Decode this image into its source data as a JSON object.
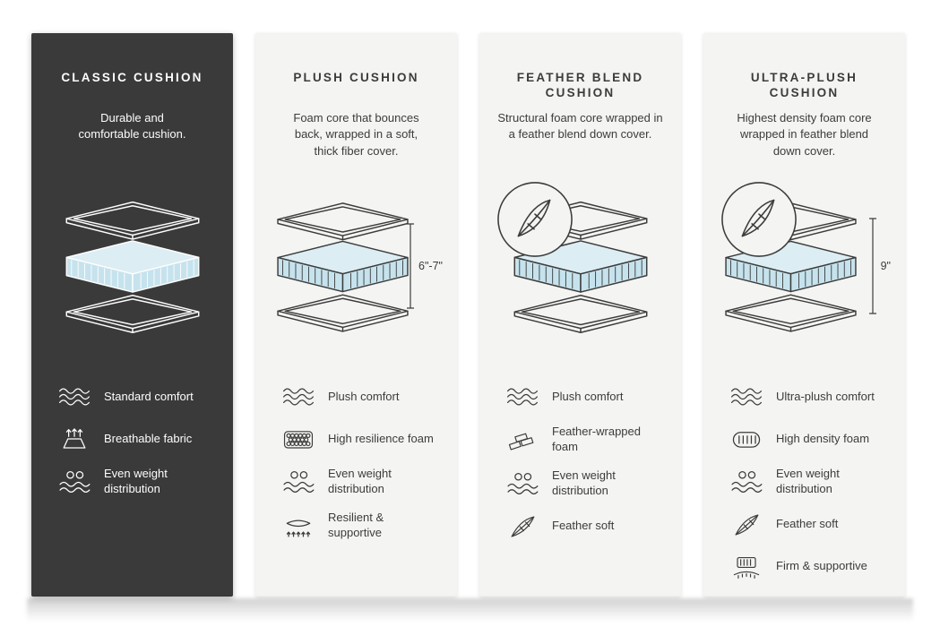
{
  "colors": {
    "panel_dark": "#3a3a3a",
    "panel_light": "#f4f4f2",
    "foam_top": "#dcedf3",
    "foam_side": "#c6e3ed",
    "text_dark": "#3c3c3c",
    "text_light": "#fdfdfd"
  },
  "panels": [
    {
      "id": "classic-cushion",
      "theme": "dark",
      "title": "CLASSIC CUSHION",
      "description": "Durable and\ncomfortable cushion.",
      "illustration": {
        "badge": null,
        "dimension": null
      },
      "features": [
        {
          "icon": "waves-icon",
          "label": "Standard comfort"
        },
        {
          "icon": "breathable-fabric-icon",
          "label": "Breathable fabric"
        },
        {
          "icon": "even-weight-icon",
          "label": "Even weight distribution"
        }
      ]
    },
    {
      "id": "plush-cushion",
      "theme": "light",
      "title": "PLUSH CUSHION",
      "description": "Foam core that bounces\nback, wrapped in a soft,\nthick fiber cover.",
      "illustration": {
        "badge": null,
        "dimension": "6\"-7\""
      },
      "features": [
        {
          "icon": "waves-icon",
          "label": "Plush comfort"
        },
        {
          "icon": "foam-bubbles-icon",
          "label": "High resilience foam"
        },
        {
          "icon": "even-weight-icon",
          "label": "Even weight distribution"
        },
        {
          "icon": "resilient-icon",
          "label": "Resilient & supportive"
        }
      ]
    },
    {
      "id": "feather-blend-cushion",
      "theme": "light",
      "title": "FEATHER BLEND\nCUSHION",
      "description": "Structural foam core wrapped in\na feather blend down cover.",
      "illustration": {
        "badge": "feather-badge-icon",
        "dimension": null
      },
      "features": [
        {
          "icon": "waves-icon",
          "label": "Plush comfort"
        },
        {
          "icon": "feather-foam-icon",
          "label": "Feather-wrapped foam"
        },
        {
          "icon": "even-weight-icon",
          "label": "Even weight distribution"
        },
        {
          "icon": "feather-icon",
          "label": "Feather soft"
        }
      ]
    },
    {
      "id": "ultra-plush-cushion",
      "theme": "light",
      "title": "ULTRA-PLUSH\nCUSHION",
      "description": "Highest density foam core\nwrapped in feather blend\ndown cover.",
      "illustration": {
        "badge": "feather-badge-icon",
        "dimension": "9\""
      },
      "features": [
        {
          "icon": "waves-icon",
          "label": "Ultra-plush comfort"
        },
        {
          "icon": "high-density-foam-icon",
          "label": "High density foam"
        },
        {
          "icon": "even-weight-icon",
          "label": "Even weight distribution"
        },
        {
          "icon": "feather-icon",
          "label": "Feather soft"
        },
        {
          "icon": "firm-supportive-icon",
          "label": "Firm & supportive"
        }
      ]
    }
  ]
}
